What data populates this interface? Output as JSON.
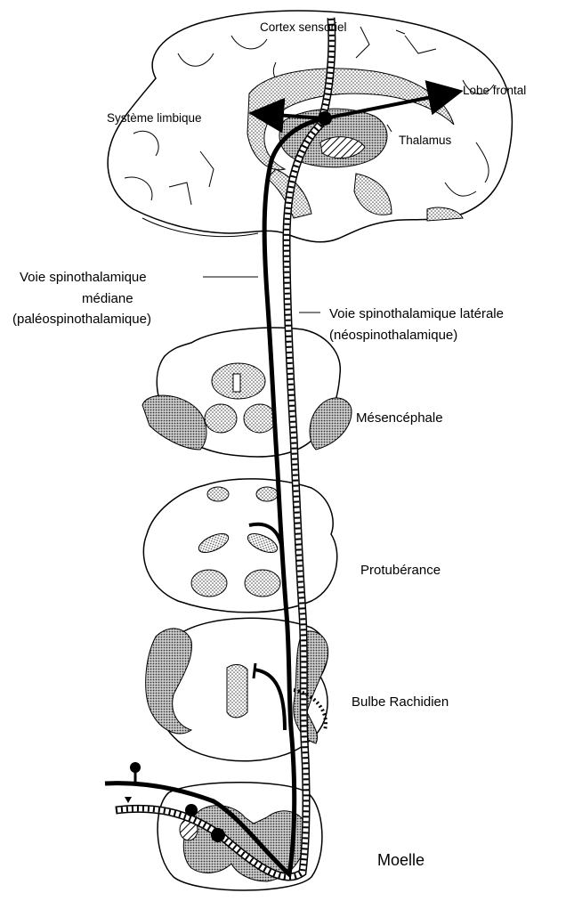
{
  "diagram": {
    "labels": {
      "cortex": "Cortex sensoriel",
      "limbic": "Système limbique",
      "frontal": "Lobe frontal",
      "thalamus": "Thalamus",
      "median_line1": "Voie spinothalamique",
      "median_line2": "médiane",
      "median_line3": "(paléospinothalamique)",
      "lateral_line1": "Voie spinothalamique latérale",
      "lateral_line2": "(néospinothalamique)",
      "mesencephale": "Mésencéphale",
      "protuberance": "Protubérance",
      "bulbe": "Bulbe Rachidien",
      "moelle": "Moelle"
    },
    "colors": {
      "ink": "#000000",
      "stipple": "#bdbdbd",
      "background": "#ffffff"
    }
  }
}
